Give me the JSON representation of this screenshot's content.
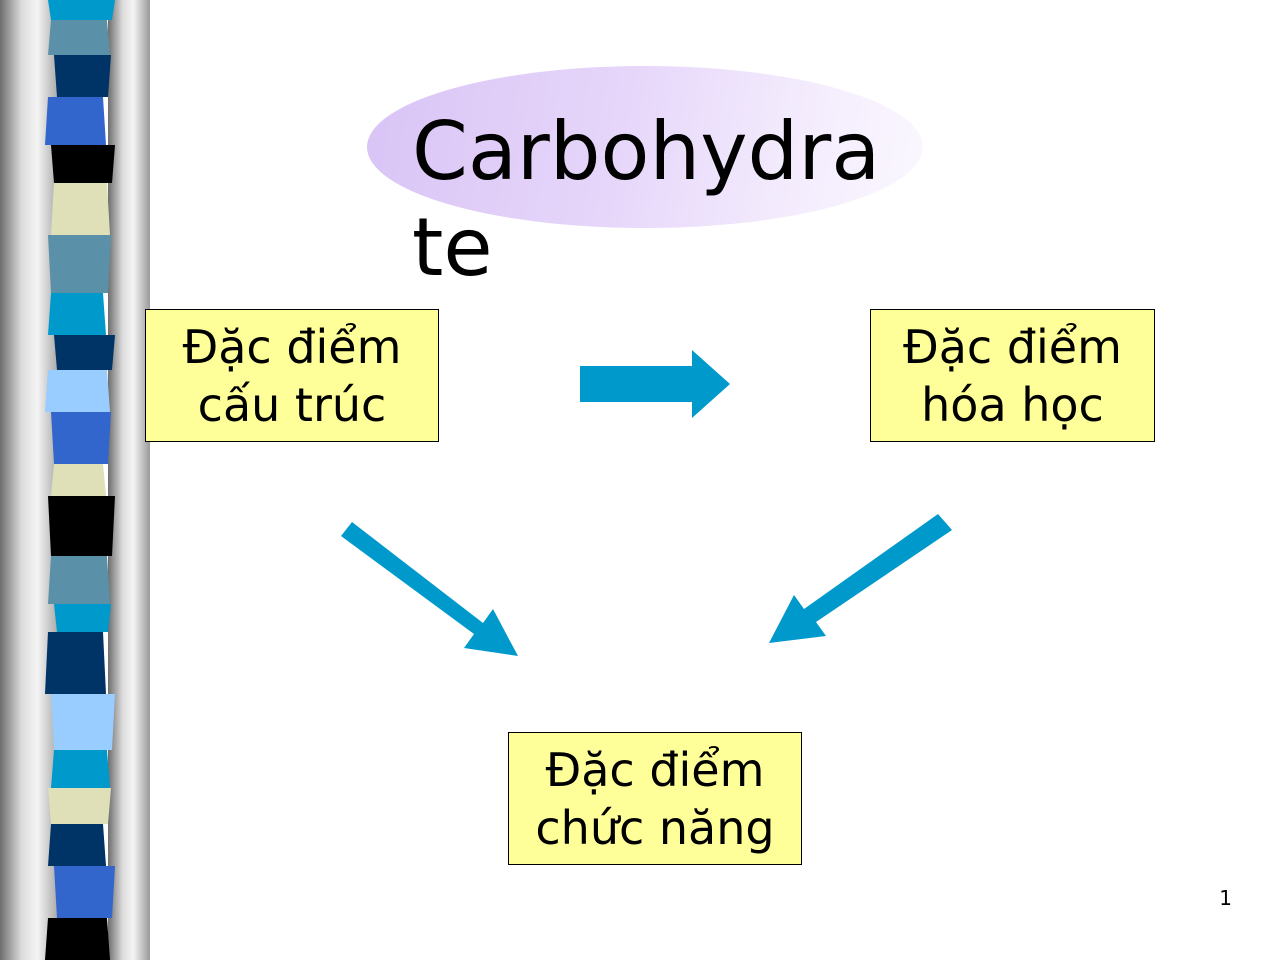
{
  "slide": {
    "title": "Carbohydrate",
    "number": "1"
  },
  "boxes": {
    "structure": {
      "line1": "Đặc điểm",
      "line2": "cấu trúc"
    },
    "chemical": {
      "line1": "Đặc điểm",
      "line2": "hóa học"
    },
    "function": {
      "line1": "Đặc điểm",
      "line2": "chức năng"
    }
  },
  "colors": {
    "box_fill": "#ffff99",
    "arrow": "#0099cc",
    "title_ellipse": "#e3d3f8"
  },
  "connections": [
    {
      "from": "structure",
      "to": "chemical"
    },
    {
      "from": "structure",
      "to": "function"
    },
    {
      "from": "chemical",
      "to": "function"
    }
  ]
}
